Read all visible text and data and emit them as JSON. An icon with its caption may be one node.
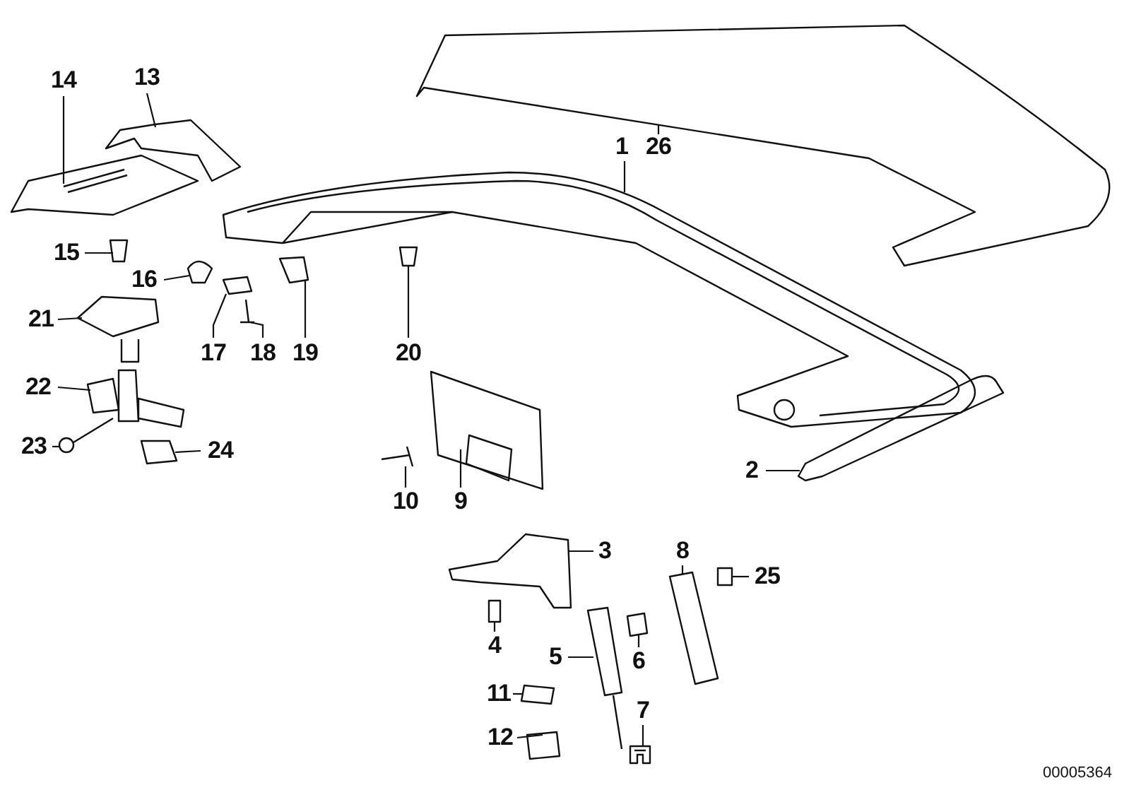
{
  "diagram": {
    "nodes": [
      {
        "text": [
          "14"
        ]
      },
      {
        "text": [
          "13"
        ]
      },
      {
        "text": [
          "1"
        ]
      },
      {
        "text": [
          "26"
        ]
      },
      {
        "text": [
          "15"
        ]
      },
      {
        "text": [
          "16"
        ]
      },
      {
        "text": [
          "21"
        ]
      },
      {
        "text": [
          "17"
        ]
      },
      {
        "text": [
          "18"
        ]
      },
      {
        "text": [
          "19"
        ]
      },
      {
        "text": [
          "20"
        ]
      },
      {
        "text": [
          "22"
        ]
      },
      {
        "text": [
          "23"
        ]
      },
      {
        "text": [
          "24"
        ]
      },
      {
        "text": [
          "2"
        ]
      },
      {
        "text": [
          "10"
        ]
      },
      {
        "text": [
          "9"
        ]
      },
      {
        "text": [
          "3"
        ]
      },
      {
        "text": [
          "8"
        ]
      },
      {
        "text": [
          "25"
        ]
      },
      {
        "text": [
          "4"
        ]
      },
      {
        "text": [
          "5"
        ]
      },
      {
        "text": [
          "6"
        ]
      },
      {
        "text": [
          "11"
        ]
      },
      {
        "text": [
          "7"
        ]
      },
      {
        "text": [
          "12"
        ]
      },
      {
        "text": [],
        "shape": "picture"
      },
      {
        "text": [],
        "shape": "picture"
      },
      {
        "text": [],
        "shape": "picture"
      },
      {
        "text": [],
        "shape": "picture"
      },
      {
        "text": [],
        "shape": "picture"
      },
      {
        "text": [],
        "shape": "picture"
      },
      {
        "text": [],
        "shape": "picture"
      },
      {
        "text": [],
        "shape": "picture"
      },
      {
        "text": [],
        "shape": "picture"
      },
      {
        "text": [],
        "shape": "picture"
      },
      {
        "text": [],
        "shape": "picture"
      },
      {
        "text": [],
        "shape": "picture"
      },
      {
        "text": [],
        "shape": "picture"
      },
      {
        "text": [],
        "shape": "picture"
      },
      {
        "text": [],
        "shape": "picture"
      },
      {
        "text": [],
        "shape": "picture"
      },
      {
        "text": [],
        "shape": "picture"
      },
      {
        "text": [],
        "shape": "picture"
      },
      {
        "text": [],
        "shape": "picture"
      },
      {
        "text": [],
        "shape": "picture"
      },
      {
        "text": [],
        "shape": "picture"
      },
      {
        "text": [],
        "shape": "picture"
      },
      {
        "text": [],
        "shape": "picture"
      },
      {
        "text": [],
        "shape": "picture"
      },
      {
        "text": [],
        "shape": "picture"
      },
      {
        "text": [],
        "shape": "picture"
      }
    ],
    "edges": [
      {
        "from": 0,
        "to": 26,
        "arrow": "none"
      },
      {
        "from": 1,
        "to": 27,
        "arrow": "none"
      },
      {
        "from": 2,
        "to": 28,
        "arrow": "none"
      },
      {
        "from": 3,
        "to": 29,
        "arrow": "none"
      },
      {
        "from": 4,
        "to": 30,
        "arrow": "none"
      },
      {
        "from": 5,
        "to": 31,
        "arrow": "none"
      },
      {
        "from": 6,
        "to": 32,
        "arrow": "none"
      },
      {
        "from": 7,
        "to": 33,
        "arrow": "none"
      },
      {
        "from": 8,
        "to": 34,
        "arrow": "none"
      },
      {
        "from": 9,
        "to": 35,
        "arrow": "none"
      },
      {
        "from": 10,
        "to": 36,
        "arrow": "none"
      },
      {
        "from": 11,
        "to": 37,
        "arrow": "none"
      },
      {
        "from": 12,
        "to": 38,
        "arrow": "none"
      },
      {
        "from": 13,
        "to": 39,
        "arrow": "none"
      },
      {
        "from": 14,
        "to": 40,
        "arrow": "none"
      },
      {
        "from": 15,
        "to": 41,
        "arrow": "none"
      },
      {
        "from": 16,
        "to": 42,
        "arrow": "none"
      },
      {
        "from": 17,
        "to": 43,
        "arrow": "none"
      },
      {
        "from": 18,
        "to": 44,
        "arrow": "none"
      },
      {
        "from": 19,
        "to": 45,
        "arrow": "none"
      },
      {
        "from": 20,
        "to": 46,
        "arrow": "none"
      },
      {
        "from": 21,
        "to": 47,
        "arrow": "none"
      },
      {
        "from": 22,
        "to": 48,
        "arrow": "none"
      },
      {
        "from": 23,
        "to": 49,
        "arrow": "none"
      },
      {
        "from": 24,
        "to": 50,
        "arrow": "none"
      },
      {
        "from": 25,
        "to": 51,
        "arrow": "none"
      }
    ],
    "labels": [
      "00005364"
    ]
  }
}
